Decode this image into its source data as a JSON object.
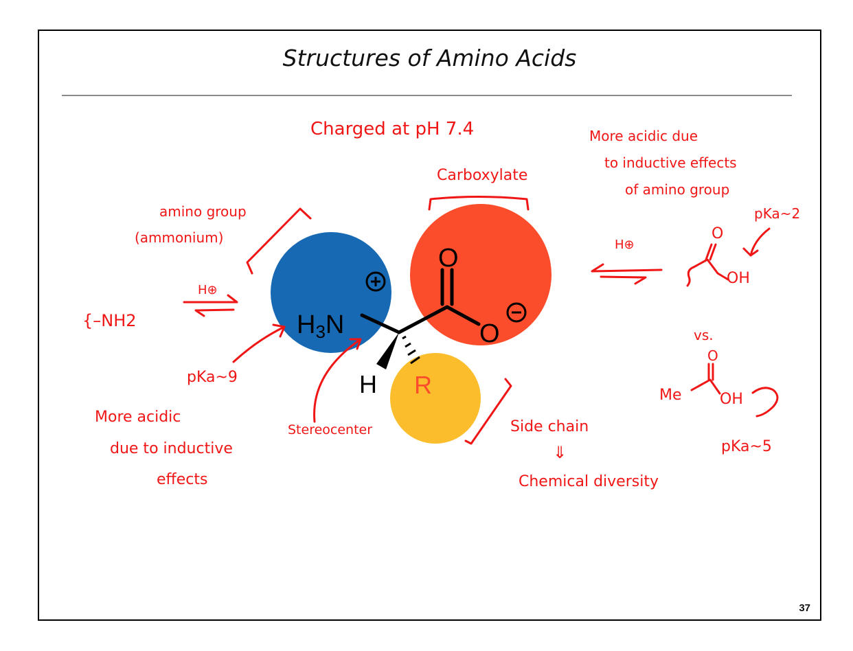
{
  "slide": {
    "title": "Structures of Amino Acids",
    "page_number": "37"
  },
  "molecule": {
    "amine_label": "H3N",
    "amine_h": "H",
    "amine_sub": "3",
    "amine_n": "N",
    "carbonyl_o": "O",
    "carboxylate_o": "O",
    "alpha_h": "H",
    "side_chain_r": "R",
    "colors": {
      "amino_circle": "#1769b4",
      "carboxyl_circle": "#fb4d2b",
      "side_chain_circle": "#fbbd2b",
      "r_label": "#fb4d2b"
    }
  },
  "annotations": {
    "charged": "Charged at pH 7.4",
    "carboxylate": "Carboxylate",
    "amino_group_1": "amino group",
    "amino_group_2": "(ammonium)",
    "more_acidic_right_1": "More acidic due",
    "more_acidic_right_2": "to inductive effects",
    "more_acidic_right_3": "of amino group",
    "pka2": "pKa~2",
    "h_plus_left": "H⊕",
    "h_plus_right": "H⊕",
    "nh2": "{–NH2",
    "pka9": "pKa~9",
    "more_acidic_left_1": "More acidic",
    "more_acidic_left_2": "due to inductive",
    "more_acidic_left_3": "effects",
    "stereocenter": "Stereocenter",
    "side_chain": "Side chain",
    "down_arrow": "⇓",
    "chemical_diversity": "Chemical diversity",
    "vs": "vs.",
    "me": "Me",
    "oh_top": "OH",
    "oh_bottom": "OH",
    "o_top": "O",
    "o_bottom": "O",
    "pka5": "pKa~5",
    "ink_color": "#f01616"
  }
}
